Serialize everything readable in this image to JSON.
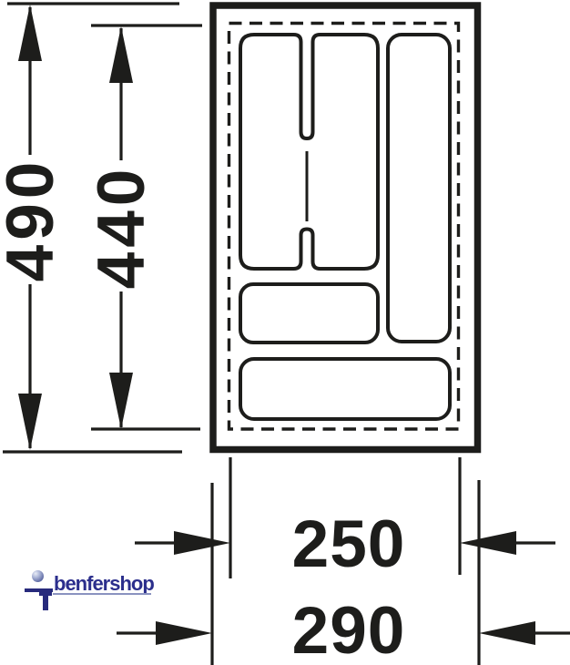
{
  "drawing": {
    "type": "technical-dimension-drawing",
    "subject": "cutlery-tray-drawer-insert-top-view",
    "labels": {
      "height_outer": "490",
      "height_cut": "440",
      "width_cut": "250",
      "width_outer": "290"
    },
    "logo": {
      "text": "benfershop"
    },
    "colors": {
      "line": "#1d1d1b",
      "background": "#ffffff",
      "logo_text": "#2b2e8c",
      "logo_underline": "#8a93c0",
      "logo_mark": "#272a7c",
      "logo_ball_light": "#aab4d6",
      "logo_ball_dark": "#55619e"
    }
  }
}
